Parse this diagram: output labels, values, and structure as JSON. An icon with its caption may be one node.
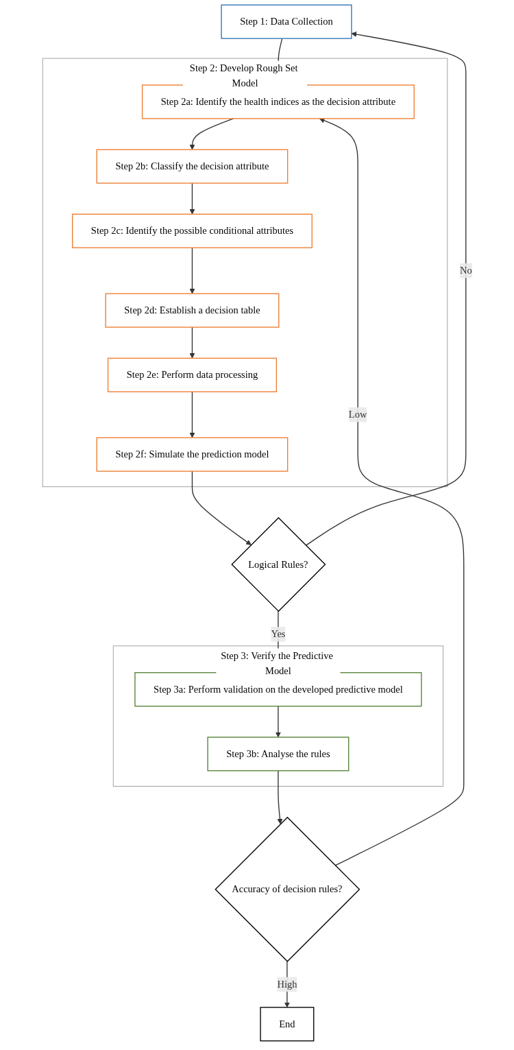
{
  "diagram": {
    "nodes": [
      {
        "text": [
          "Step 1: Data Collection"
        ]
      },
      {
        "text": [
          "Step 2: Develop Rough Set Model"
        ]
      },
      {
        "text": [
          "Step 2a: Identify the health indices as the decision attribute"
        ],
        "in": 1
      },
      {
        "text": [
          "Step 2b: Classify the decision attribute"
        ],
        "in": 1
      },
      {
        "text": [
          "Step 2c: Identify the possible conditional attributes"
        ],
        "in": 1
      },
      {
        "text": [
          "Step 2d: Establish a decision table"
        ],
        "in": 1
      },
      {
        "text": [
          "Step 2e: Perform data processing"
        ],
        "in": 1
      },
      {
        "text": [
          "Step 2f: Simulate the prediction model"
        ],
        "in": 1
      },
      {
        "text": [
          "Logical Rules?"
        ]
      },
      {
        "text": [
          "Step 3: Verify the Predictive Model"
        ]
      },
      {
        "text": [
          "Step 3a: Perform validation on the developed predictive model"
        ],
        "in": 9
      },
      {
        "text": [
          "Step 3b: Analyse the rules"
        ],
        "in": 9
      },
      {
        "text": [
          "Accuracy of decision rules?"
        ]
      },
      {
        "text": [
          "End"
        ]
      }
    ],
    "edges": [
      {
        "from": 0,
        "to": 2,
        "arrow": "to"
      },
      {
        "from": 2,
        "to": 3,
        "arrow": "to"
      },
      {
        "from": 3,
        "to": 4,
        "arrow": "to"
      },
      {
        "from": 4,
        "to": 5,
        "arrow": "to"
      },
      {
        "from": 5,
        "to": 6,
        "arrow": "to"
      },
      {
        "from": 6,
        "to": 7,
        "arrow": "to"
      },
      {
        "from": 7,
        "to": 8,
        "arrow": "to"
      },
      {
        "from": 8,
        "to": 0,
        "label": "No",
        "arrow": "to"
      },
      {
        "from": 8,
        "to": 10,
        "label": "Yes",
        "arrow": "to"
      },
      {
        "from": 10,
        "to": 11,
        "arrow": "to"
      },
      {
        "from": 11,
        "to": 12,
        "arrow": "to"
      },
      {
        "from": 12,
        "to": 2,
        "label": "Low",
        "arrow": "to"
      },
      {
        "from": 12,
        "to": 13,
        "label": "High",
        "arrow": "to"
      }
    ]
  }
}
